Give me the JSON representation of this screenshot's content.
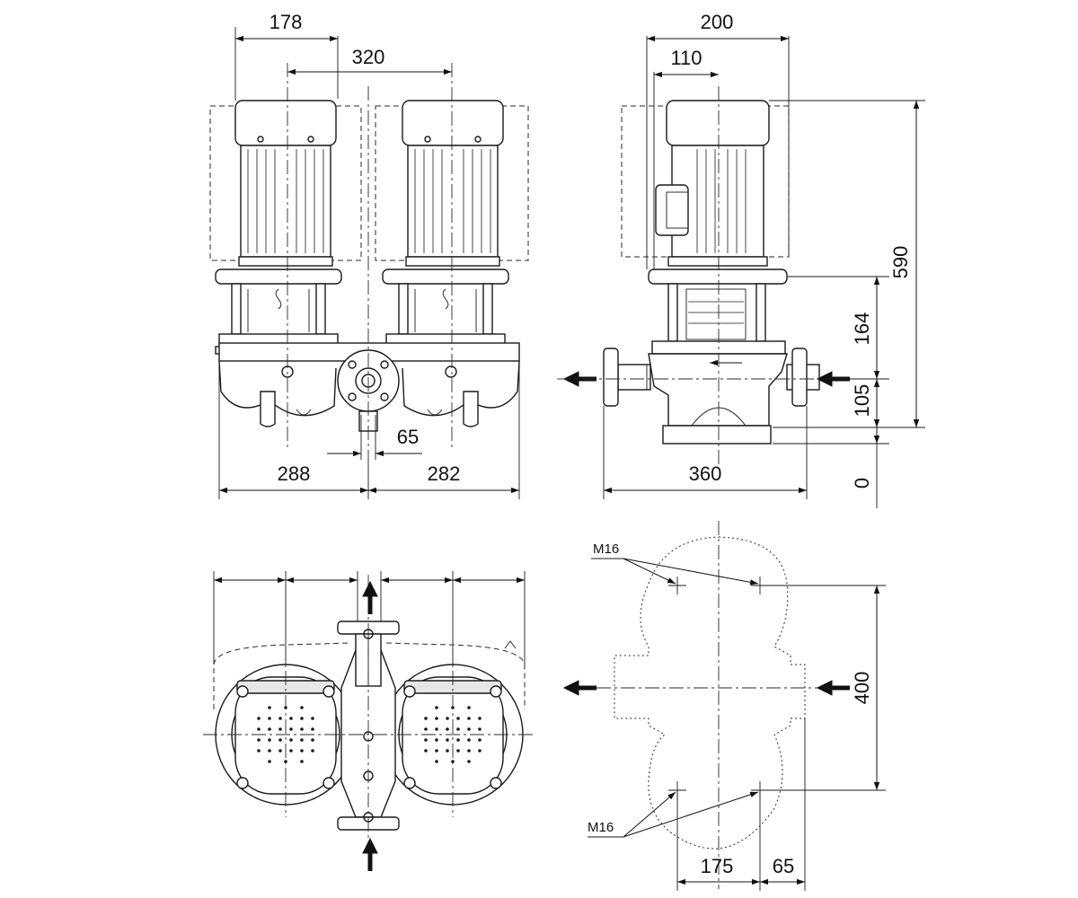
{
  "front_view": {
    "dim_top_1": "178",
    "dim_top_2": "320",
    "dim_center": "65",
    "dim_left": "288",
    "dim_right": "282"
  },
  "side_view": {
    "dim_top_1": "200",
    "dim_top_2": "110",
    "dim_height_total": "590",
    "dim_height_1": "164",
    "dim_height_2": "105",
    "dim_height_base": "0",
    "dim_width": "360"
  },
  "foundation_view": {
    "bolt_label_top": "M16",
    "bolt_label_bottom": "M16",
    "dim_height": "400",
    "dim_bottom_1": "175",
    "dim_bottom_2": "65"
  },
  "icons": [
    "flow-arrow-icon",
    "bolt-hole-icon"
  ]
}
